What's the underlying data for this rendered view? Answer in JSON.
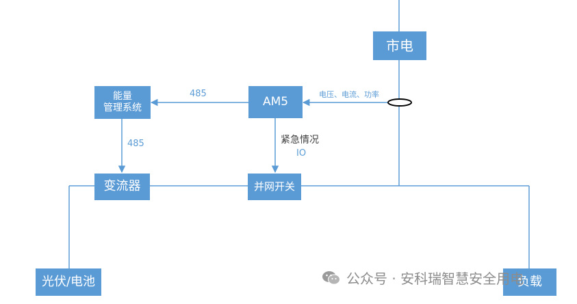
{
  "nodes": {
    "grid": "市电",
    "am5": "AM5",
    "ems_line1": "能量",
    "ems_line2": "管理系统",
    "inverter": "变流器",
    "grid_switch": "并网开关",
    "pv_battery": "光伏/电池",
    "load": "负载"
  },
  "edges": {
    "ems_am5": "485",
    "ems_inverter": "485",
    "measurement": "电压、电流、功率",
    "emergency": "紧急情况",
    "io": "IO"
  },
  "watermark": {
    "text": "公众号 · 安科瑞智慧安全用电",
    "icon": "wechat-icon"
  },
  "colors": {
    "box": "#5b9bd5",
    "line": "#5b9bd5",
    "text_on_box": "#ffffff",
    "label": "#5b9bd5",
    "dark_label": "#404040"
  }
}
